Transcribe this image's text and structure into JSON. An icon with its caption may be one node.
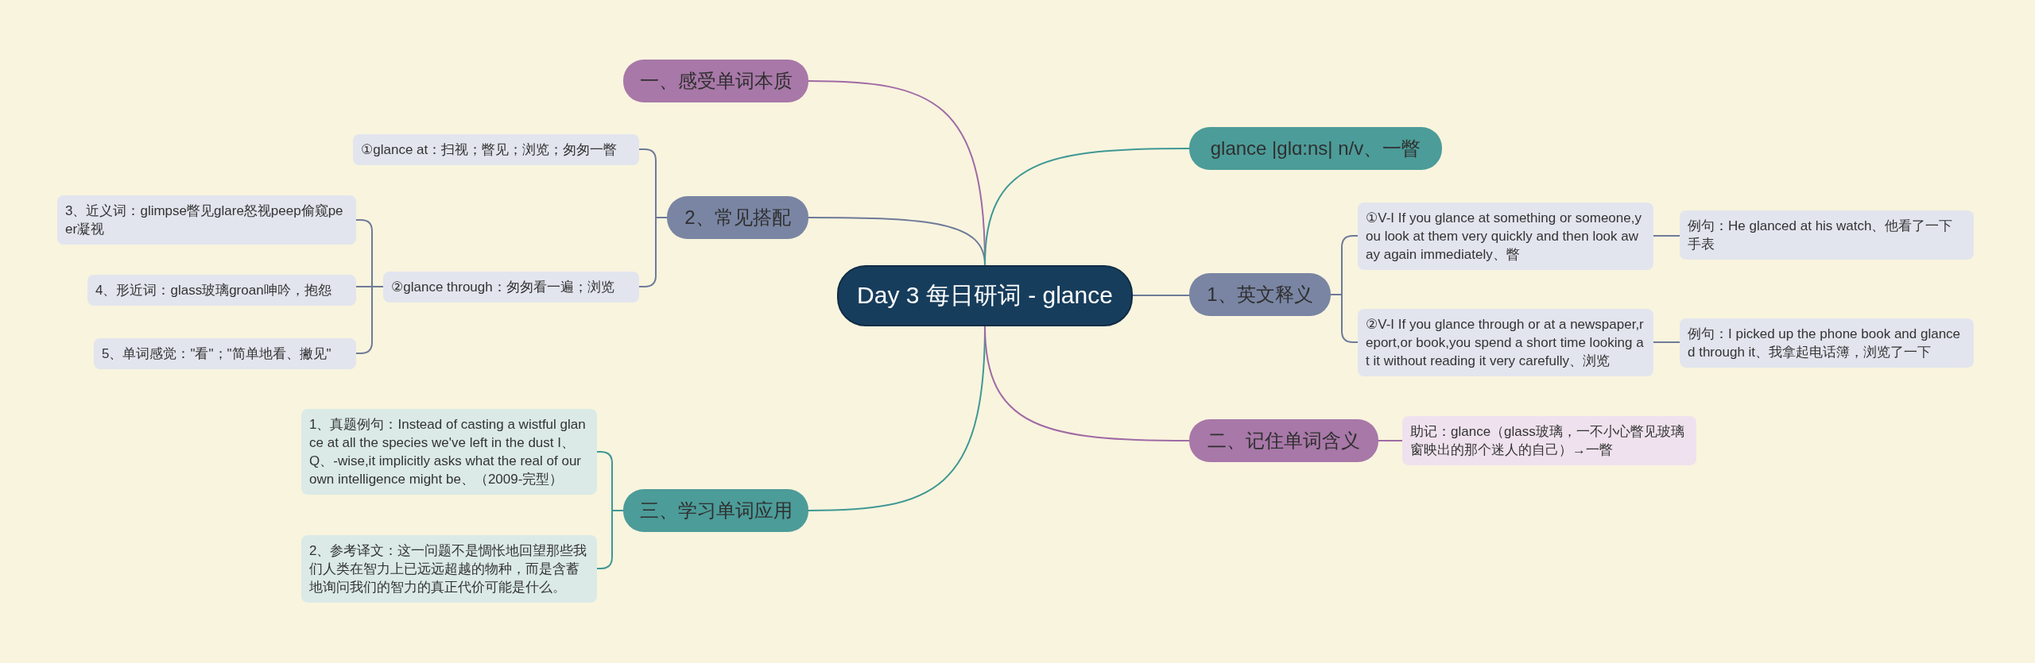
{
  "diagram": {
    "nodes": [
      {
        "text": [
          "Day 3 每日研词 - glance"
        ]
      },
      {
        "text": [
          "一、感受单词本质"
        ]
      },
      {
        "text": [
          "2、常见搭配"
        ]
      },
      {
        "text": [
          "①glance at：扫视；瞥见；浏览；匆匆一瞥"
        ]
      },
      {
        "text": [
          "②glance through：匆匆看一遍；浏览"
        ]
      },
      {
        "text": [
          "3、近义词：glimpse瞥见glare怒视peep偷窥peer凝视"
        ]
      },
      {
        "text": [
          "4、形近词：glass玻璃groan呻吟，抱怨"
        ]
      },
      {
        "text": [
          "5、单词感觉：\"看\"；\"简单地看、撇见\""
        ]
      },
      {
        "text": [
          "三、学习单词应用"
        ]
      },
      {
        "text": [
          "1、真题例句：Instead of casting a wistful glance at all the species we've left in the dust I、Q、-wise,it implicitly asks what the real of our own intelligence might be、（2009-完型）"
        ]
      },
      {
        "text": [
          "2、参考译文：这一问题不是惆怅地回望那些我们人类在智力上已远远超越的物种，而是含蓄地询问我们的智力的真正代价可能是什么。"
        ]
      },
      {
        "text": [
          "glance |glɑ:ns| n/v、一瞥"
        ]
      },
      {
        "text": [
          "1、英文释义"
        ]
      },
      {
        "text": [
          "①V-I If you glance at something or someone,you look at them very quickly and then look away again immediately、瞥"
        ]
      },
      {
        "text": [
          "例句：He glanced at his watch、他看了一下手表"
        ]
      },
      {
        "text": [
          "②V-I If you glance through or at a newspaper,report,or book,you spend a short time looking at it without reading it very carefully、浏览"
        ]
      },
      {
        "text": [
          "例句：I picked up the phone book and glanced through it、我拿起电话簿，浏览了一下"
        ]
      },
      {
        "text": [
          "二、记住单词含义"
        ]
      },
      {
        "text": [
          "助记：glance（glass玻璃，一不小心瞥见玻璃窗映出的那个迷人的自己）→一瞥"
        ]
      }
    ],
    "edges": [
      {
        "from": 0,
        "to": 1,
        "arrow": "none",
        "color": "#a06aa5"
      },
      {
        "from": 0,
        "to": 2,
        "arrow": "none"
      },
      {
        "from": 2,
        "to": 3,
        "arrow": "none"
      },
      {
        "from": 2,
        "to": 4,
        "arrow": "none"
      },
      {
        "from": 4,
        "to": 5,
        "arrow": "none"
      },
      {
        "from": 4,
        "to": 6,
        "arrow": "none"
      },
      {
        "from": 4,
        "to": 7,
        "arrow": "none"
      },
      {
        "from": 0,
        "to": 8,
        "arrow": "none",
        "color": "#3f9894"
      },
      {
        "from": 8,
        "to": 9,
        "arrow": "none",
        "color": "#3f9894"
      },
      {
        "from": 8,
        "to": 10,
        "arrow": "none",
        "color": "#3f9894"
      },
      {
        "from": 0,
        "to": 11,
        "arrow": "none",
        "color": "#3f9894"
      },
      {
        "from": 0,
        "to": 12,
        "arrow": "none"
      },
      {
        "from": 12,
        "to": 13,
        "arrow": "none"
      },
      {
        "from": 13,
        "to": 14,
        "arrow": "none"
      },
      {
        "from": 12,
        "to": 15,
        "arrow": "none"
      },
      {
        "from": 15,
        "to": 16,
        "arrow": "none"
      },
      {
        "from": 0,
        "to": 17,
        "arrow": "none",
        "color": "#a06aa5"
      },
      {
        "from": 17,
        "to": 18,
        "arrow": "none",
        "color": "#a06aa5"
      }
    ]
  }
}
